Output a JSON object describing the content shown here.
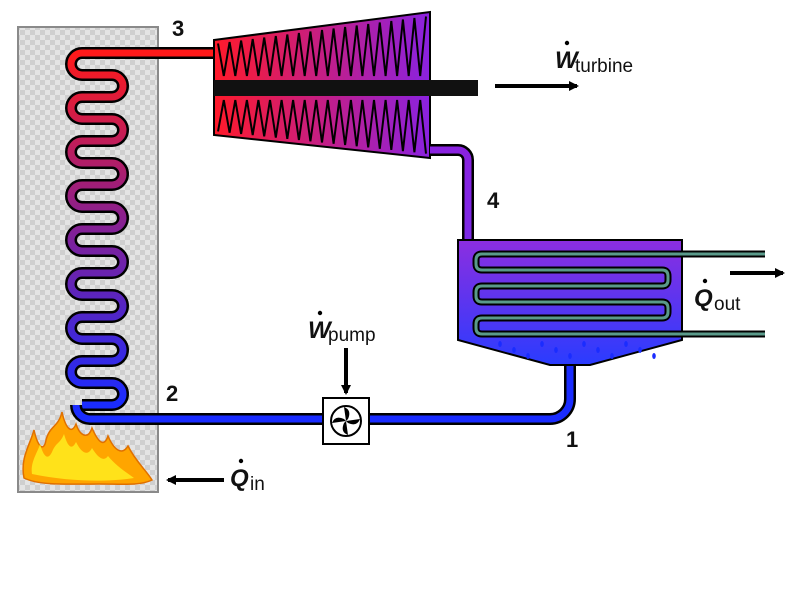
{
  "diagram": {
    "points": {
      "p1": "1",
      "p2": "2",
      "p3": "3",
      "p4": "4"
    },
    "turbine_work": {
      "symbol": "W",
      "subscript": "turbine"
    },
    "pump_work": {
      "symbol": "W",
      "subscript": "pump"
    },
    "heat_in": {
      "symbol": "Q",
      "subscript": "in"
    },
    "heat_out": {
      "symbol": "Q",
      "subscript": "out"
    }
  },
  "colors": {
    "hot": "#ff1a1a",
    "mid": "#9a22c8",
    "cold": "#1a2cff",
    "condenser_coil": "#5a9a8a",
    "boiler_box": "#d9d9d9",
    "flame_outer": "#ffa500",
    "flame_inner": "#ffe21a"
  }
}
